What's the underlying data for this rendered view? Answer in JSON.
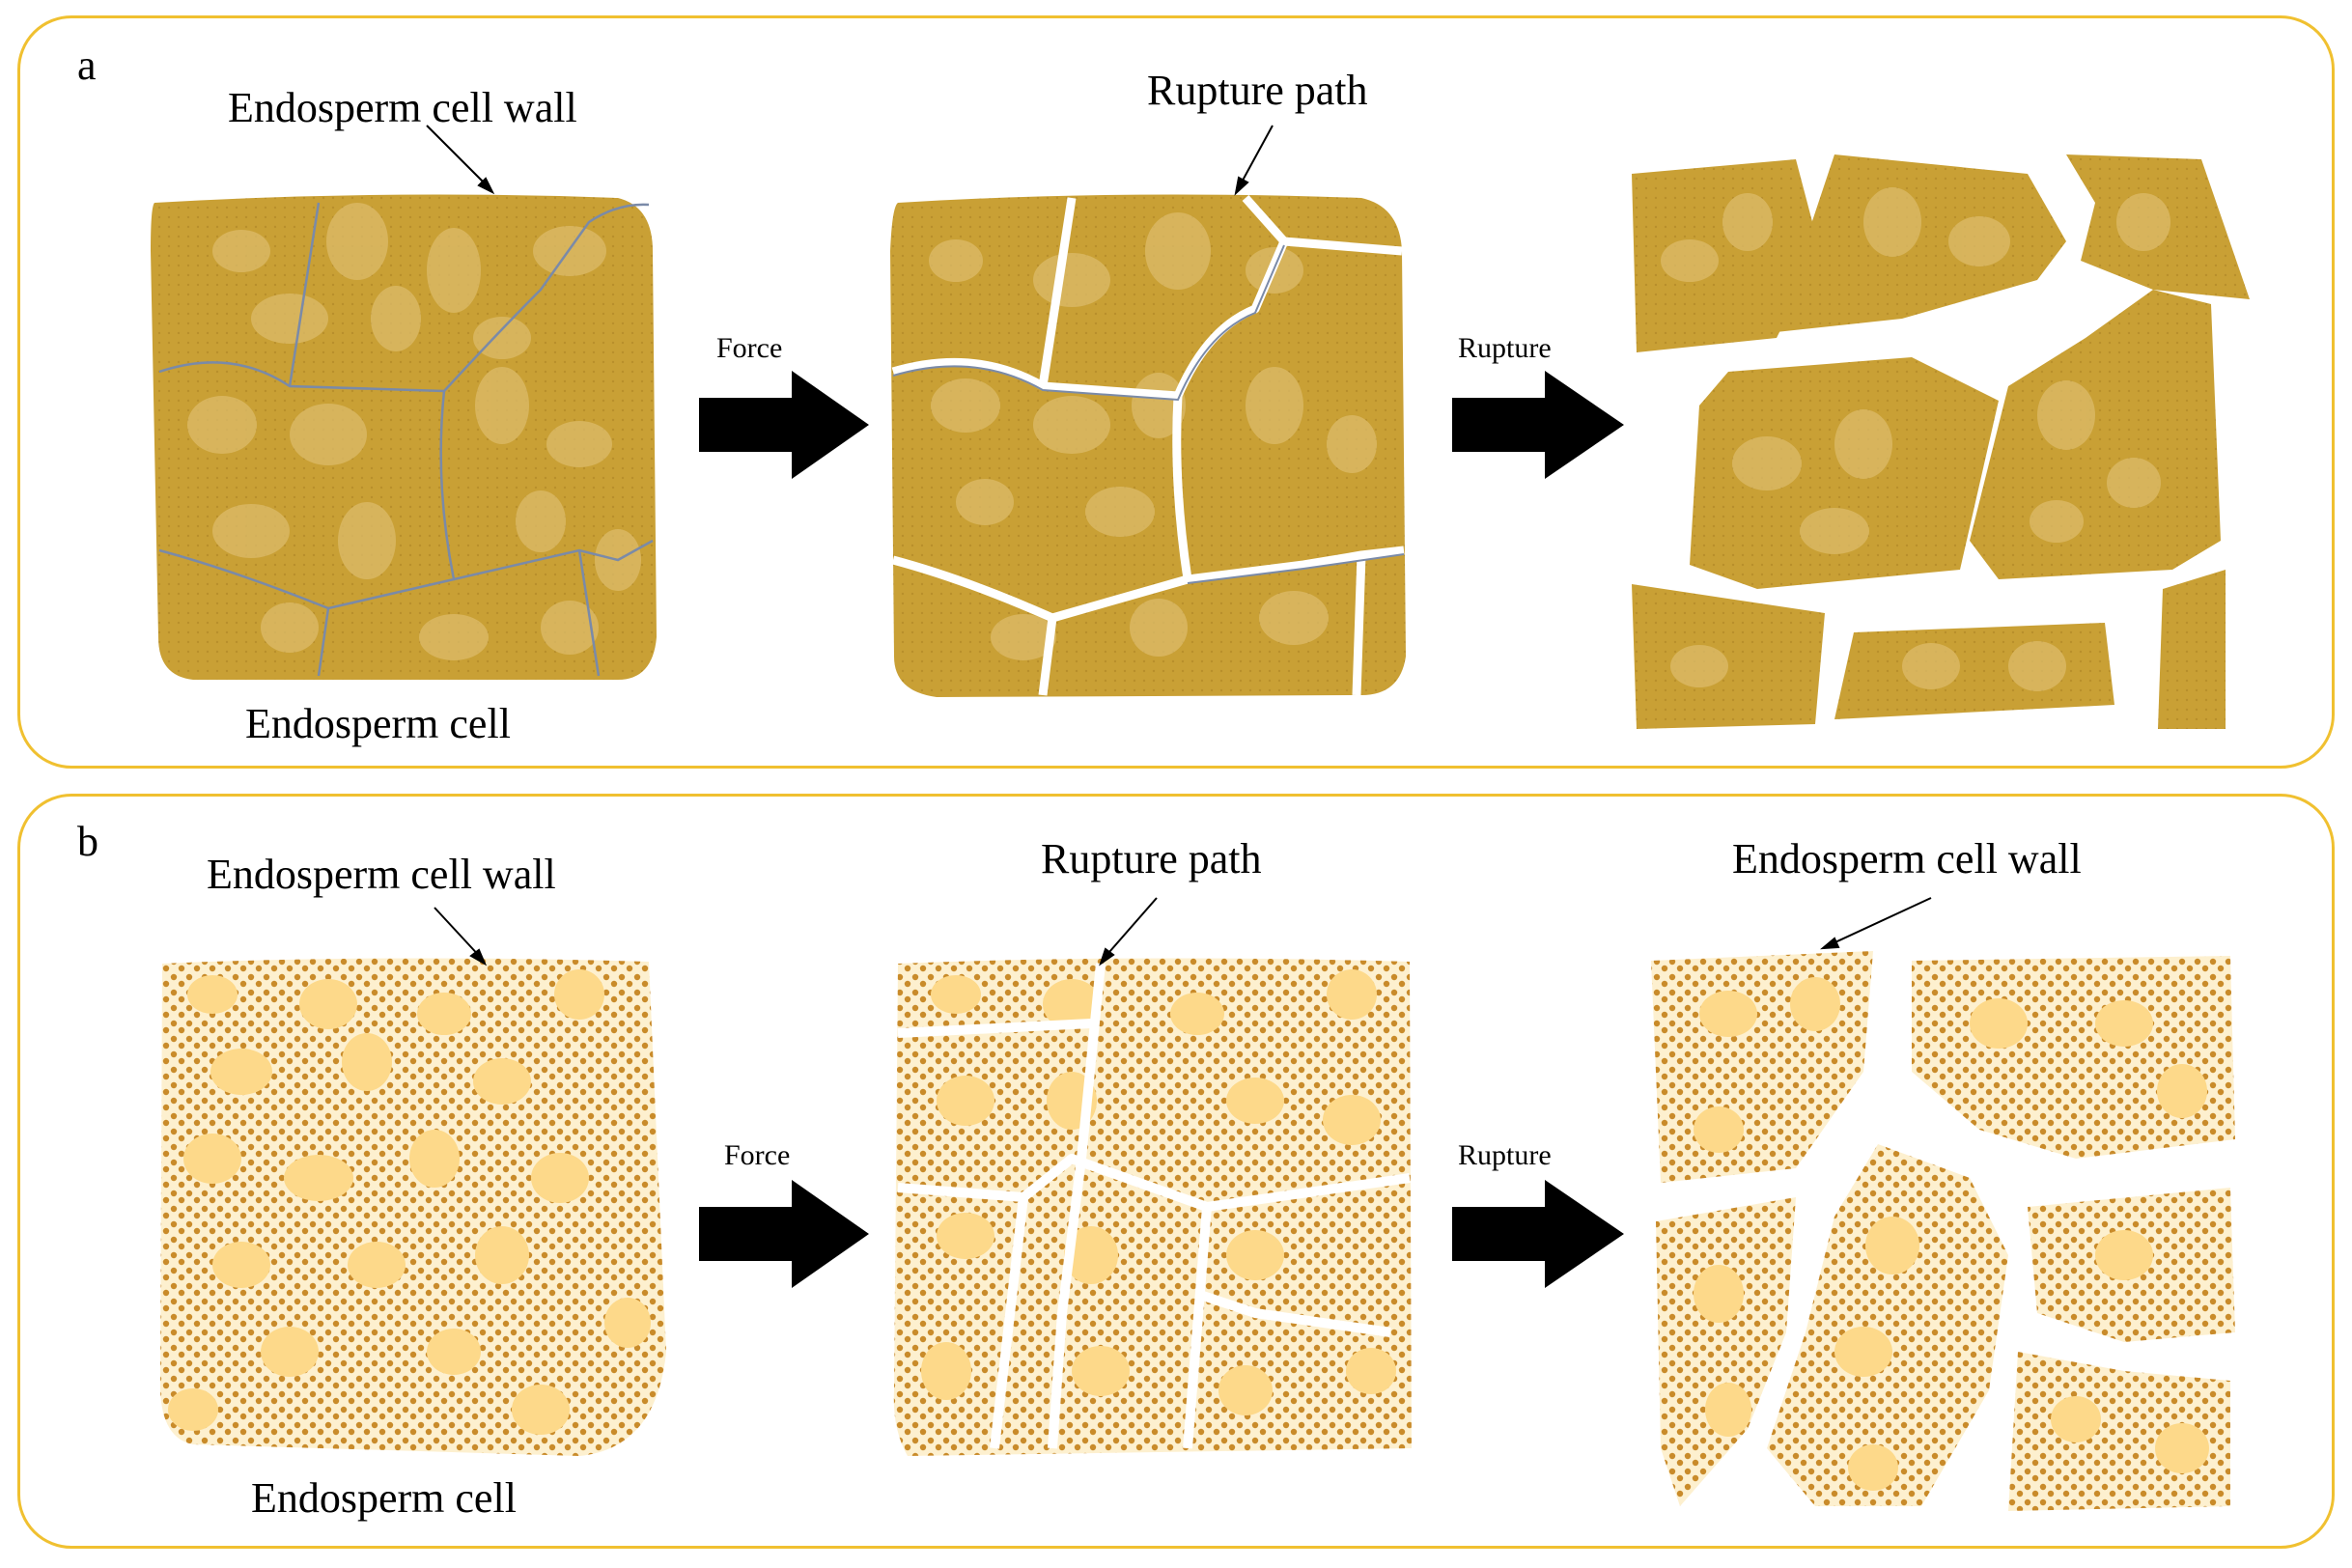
{
  "panel_a": {
    "tag": "a",
    "cell_wall_label": "Endosperm cell wall",
    "rupture_path_label": "Rupture path",
    "cell_label": "Endosperm cell",
    "arrow1_label": "Force",
    "arrow2_label": "Rupture"
  },
  "panel_b": {
    "tag": "b",
    "cell_wall_label": "Endosperm cell wall",
    "rupture_path_label": "Rupture path",
    "cell_wall_label_right": "Endosperm cell wall",
    "cell_label": "Endosperm cell",
    "arrow1_label": "Force",
    "arrow2_label": "Rupture"
  },
  "colors": {
    "panel_border": "#f0c030",
    "dense_cell_fill": "#c9a035",
    "starch_granule_dense": "#dcbb6a",
    "cell_wall_line": "#7a8aa8",
    "floury_background": "#fde7b0",
    "floury_dots": "#c98b2a",
    "starch_granule_floury": "#fdd98a",
    "arrow": "#000000"
  }
}
